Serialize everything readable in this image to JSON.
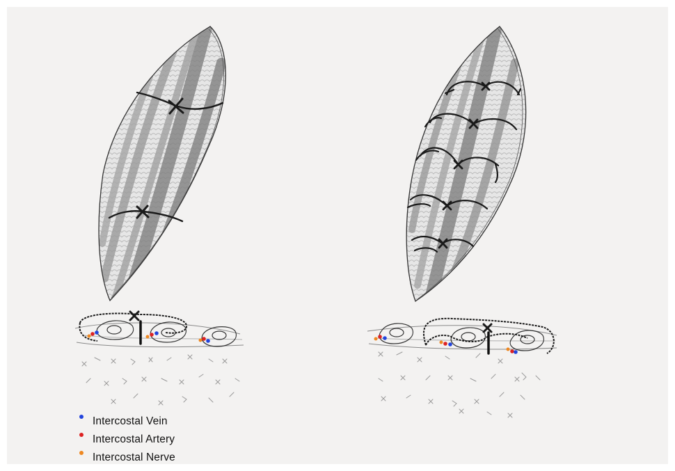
{
  "legend": {
    "items": [
      {
        "label": "Intercostal Vein",
        "color": "#2244dd"
      },
      {
        "label": "Intercostal Artery",
        "color": "#dd2222"
      },
      {
        "label": "Intercostal Nerve",
        "color": "#ee8822"
      }
    ]
  },
  "colors": {
    "background": "#f3f2f1",
    "sketch": "#1a1a1a",
    "muscle_dark": "#7d7d7d",
    "muscle_light": "#e4e4e4"
  },
  "panels": [
    {
      "id": "left",
      "suture_count": 2,
      "suture_style": "simple-interrupted"
    },
    {
      "id": "right",
      "suture_count": 5,
      "suture_style": "horizontal-mattress"
    }
  ]
}
